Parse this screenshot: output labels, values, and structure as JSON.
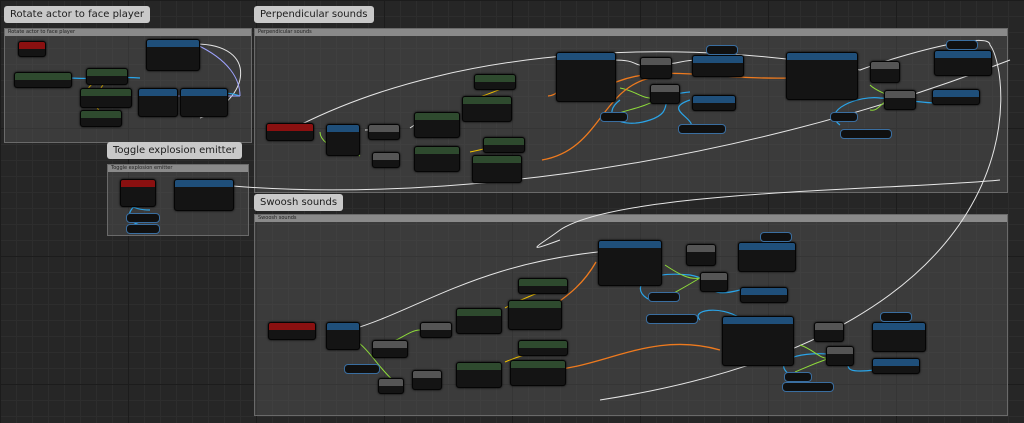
{
  "comments": {
    "rotate": {
      "bubble": "Rotate actor to face player",
      "bar": "Rotate actor to face player"
    },
    "perpendicular": {
      "bubble": "Perpendicular sounds",
      "bar": "Perpendicular sounds"
    },
    "toggle": {
      "bubble": "Toggle explosion emitter",
      "bar": "Toggle explosion emitter"
    },
    "swoosh": {
      "bubble": "Swoosh sounds",
      "bar": "Swoosh sounds"
    }
  },
  "colors": {
    "exec_wire": "#e6e6e6",
    "object_wire": "#2aa4e8",
    "vector_wire": "#f0c000",
    "float_wire": "#8edb3a",
    "struct_wire": "#ee7a1e",
    "rotator_wire": "#9ea3ff",
    "event_header": "#8a1010",
    "function_header": "#1f4f7a",
    "pure_header": "#2e4a2e",
    "macro_header": "#555555"
  }
}
